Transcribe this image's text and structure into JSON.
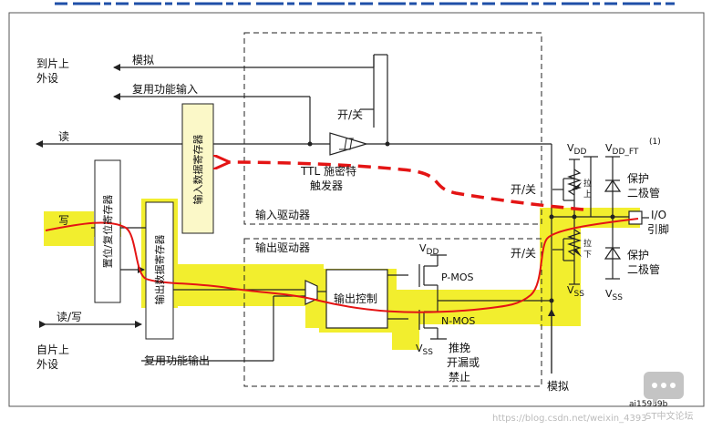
{
  "colors": {
    "highlight": "#f2ee2e",
    "register_box": "#fbf8c8",
    "signal_path": "#e41414",
    "dashed_arrow": "#e41414",
    "wire": "#222222",
    "watermark": "#bbbbbb",
    "watermark_badge": "#c4c4c4"
  },
  "labels": {
    "to_on_chip_peripheral": [
      "到片上",
      "外设"
    ],
    "analog_top": "模拟",
    "alt_function_input": "复用功能输入",
    "read": "读",
    "write": "写",
    "input_data_register": "输入数据寄存器",
    "set_reset_register": "置位/复位寄存器",
    "output_data_register": "输出数据寄存器",
    "on_off_schmitt": "开/关",
    "ttl_schmitt": [
      "TTL 施密特",
      "触发器"
    ],
    "input_driver": "输入驱动器",
    "output_driver": "输出驱动器",
    "output_control": "输出控制",
    "vdd_driver": "V",
    "vdd_driver_sub": "DD",
    "pmos": "P-MOS",
    "nmos": "N-MOS",
    "vss_driver": "V",
    "vss_driver_sub": "SS",
    "push_pull": [
      "推挽",
      "开漏或",
      "禁止"
    ],
    "read_write": "读/写",
    "from_on_chip_peripheral": [
      "自片上",
      "外设"
    ],
    "alt_function_output": "复用功能输出",
    "analog_bottom": "模拟",
    "on_off_pullup": "开/关",
    "on_off_pulldown": "开/关",
    "pull_up": [
      "拉",
      "上"
    ],
    "pull_down": [
      "拉",
      "下"
    ],
    "vdd_pin": "V",
    "vdd_pin_sub": "DD",
    "vdd_ft": "V",
    "vdd_ft_sub": "DD_FT",
    "vdd_ft_note": "(1)",
    "protect_diode_top": [
      "保护",
      "二极管"
    ],
    "protect_diode_bottom": [
      "保护",
      "二极管"
    ],
    "vss_pin_left": "V",
    "vss_pin_left_sub": "SS",
    "vss_pin_right": "V",
    "vss_pin_right_sub": "SS",
    "io_pin": [
      "I/O",
      "引脚"
    ],
    "figure_id": "ai15939b"
  },
  "watermark": {
    "url": "https://blog.csdn.net/weixin_4393",
    "badge": "ST中文论坛"
  }
}
